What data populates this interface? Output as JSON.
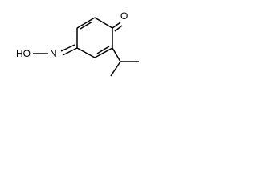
{
  "molecule": {
    "atoms": {
      "hydroxyl": "HO",
      "imine_nitrogen": "N",
      "ketone_oxygen": "O"
    },
    "colors": {
      "bond": "#000000",
      "label": "#000000",
      "background": "#ffffff"
    }
  }
}
